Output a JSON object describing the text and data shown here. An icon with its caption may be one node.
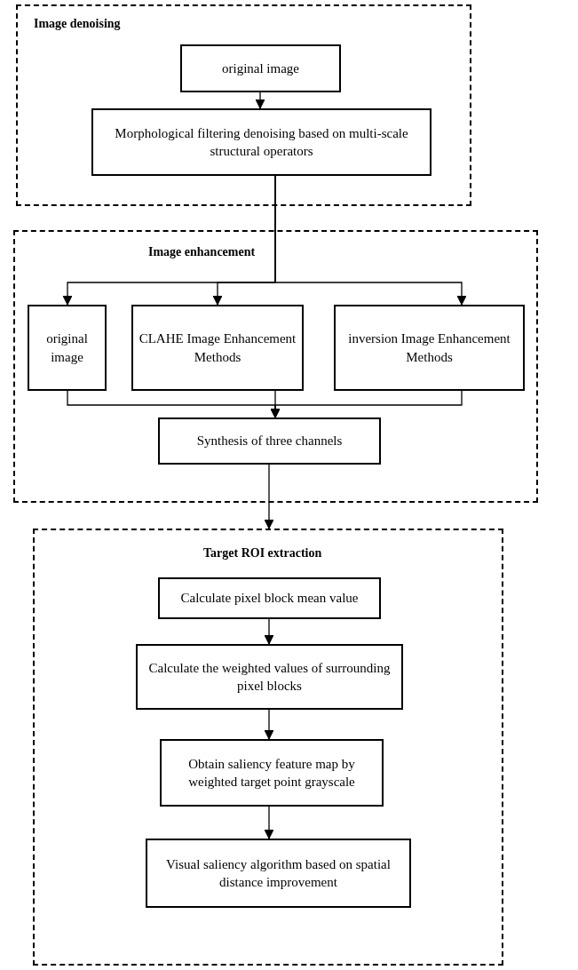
{
  "diagram": {
    "nodes": [
      {
        "text": [
          "Image denoising"
        ]
      },
      {
        "text": [
          "original image"
        ],
        "in": 0
      },
      {
        "text": [
          "Morphological filtering denoising based on multi-scale structural operators"
        ],
        "in": 0
      },
      {
        "text": [
          "Image enhancement"
        ]
      },
      {
        "text": [
          "original image"
        ],
        "in": 3
      },
      {
        "text": [
          "CLAHE Image Enhancement Methods"
        ],
        "in": 3
      },
      {
        "text": [
          "inversion Image Enhancement Methods"
        ],
        "in": 3
      },
      {
        "text": [
          "Synthesis of three channels"
        ],
        "in": 3
      },
      {
        "text": [
          "Target ROI extraction"
        ]
      },
      {
        "text": [
          "Calculate pixel block mean value"
        ],
        "in": 8
      },
      {
        "text": [
          "Calculate the weighted values of surrounding pixel blocks"
        ],
        "in": 8
      },
      {
        "text": [
          "Obtain saliency feature map by weighted target point grayscale"
        ],
        "in": 8
      },
      {
        "text": [
          "Visual saliency algorithm based on spatial distance improvement"
        ],
        "in": 8
      }
    ],
    "edges": [
      {
        "from": 1,
        "to": 2,
        "arrow": "to"
      },
      {
        "from": 2,
        "to": 4,
        "arrow": "to"
      },
      {
        "from": 2,
        "to": 5,
        "arrow": "to"
      },
      {
        "from": 2,
        "to": 6,
        "arrow": "to"
      },
      {
        "from": 4,
        "to": 7,
        "arrow": "to"
      },
      {
        "from": 5,
        "to": 7,
        "arrow": "to"
      },
      {
        "from": 6,
        "to": 7,
        "arrow": "to"
      },
      {
        "from": 7,
        "to": 8,
        "arrow": "to"
      },
      {
        "from": 9,
        "to": 10,
        "arrow": "to"
      },
      {
        "from": 10,
        "to": 11,
        "arrow": "to"
      },
      {
        "from": 11,
        "to": 12,
        "arrow": "to"
      }
    ]
  }
}
